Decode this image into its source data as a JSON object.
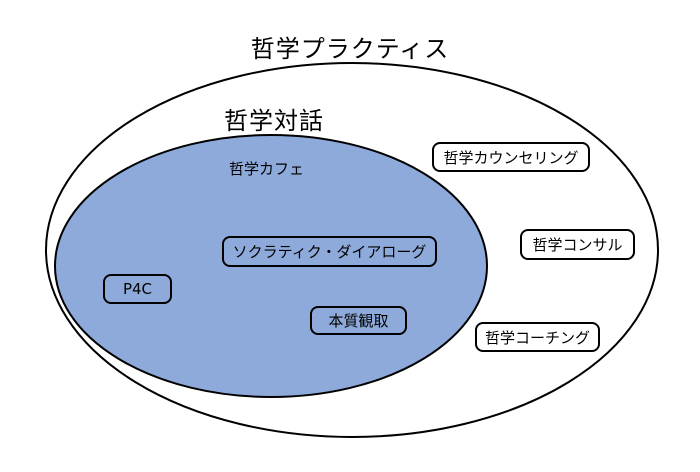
{
  "diagram": {
    "title": "哲学プラクティス",
    "labels": {
      "dialogue": "哲学対話",
      "cafe": "哲学カフェ"
    },
    "boxes": {
      "socratic_dialogue": "ソクラティク・ダイアローグ",
      "p4c": "P4C",
      "essence_intuition": "本質観取",
      "counseling": "哲学カウンセリング",
      "consulting": "哲学コンサル",
      "coaching": "哲学コーチング"
    },
    "colors": {
      "cafe_fill": "#8EAADB",
      "outline": "#000000",
      "background": "#FFFFFF"
    }
  }
}
